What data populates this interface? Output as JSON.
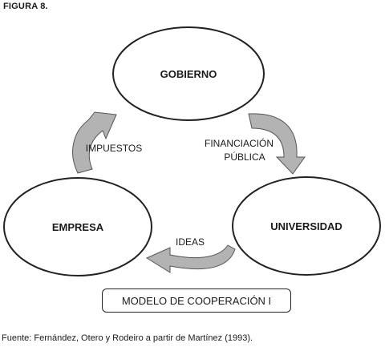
{
  "figure_label": "FIGURA 8.",
  "nodes": {
    "gobierno": "GOBIERNO",
    "empresa": "EMPRESA",
    "universidad": "UNIVERSIDAD"
  },
  "edges": {
    "impuestos": "IMPUESTOS",
    "financiacion_line1": "FINANCIACIÓN",
    "financiacion_line2": "PÚBLICA",
    "ideas": "IDEAS"
  },
  "model_caption": "MODELO DE COOPERACIÓN I",
  "source": "Fuente: Fernández, Otero y Rodeiro a partir de Martínez (1993).",
  "colors": {
    "arrow_fill": "#b3b3b3",
    "arrow_stroke": "#555555",
    "outline": "#222222"
  }
}
